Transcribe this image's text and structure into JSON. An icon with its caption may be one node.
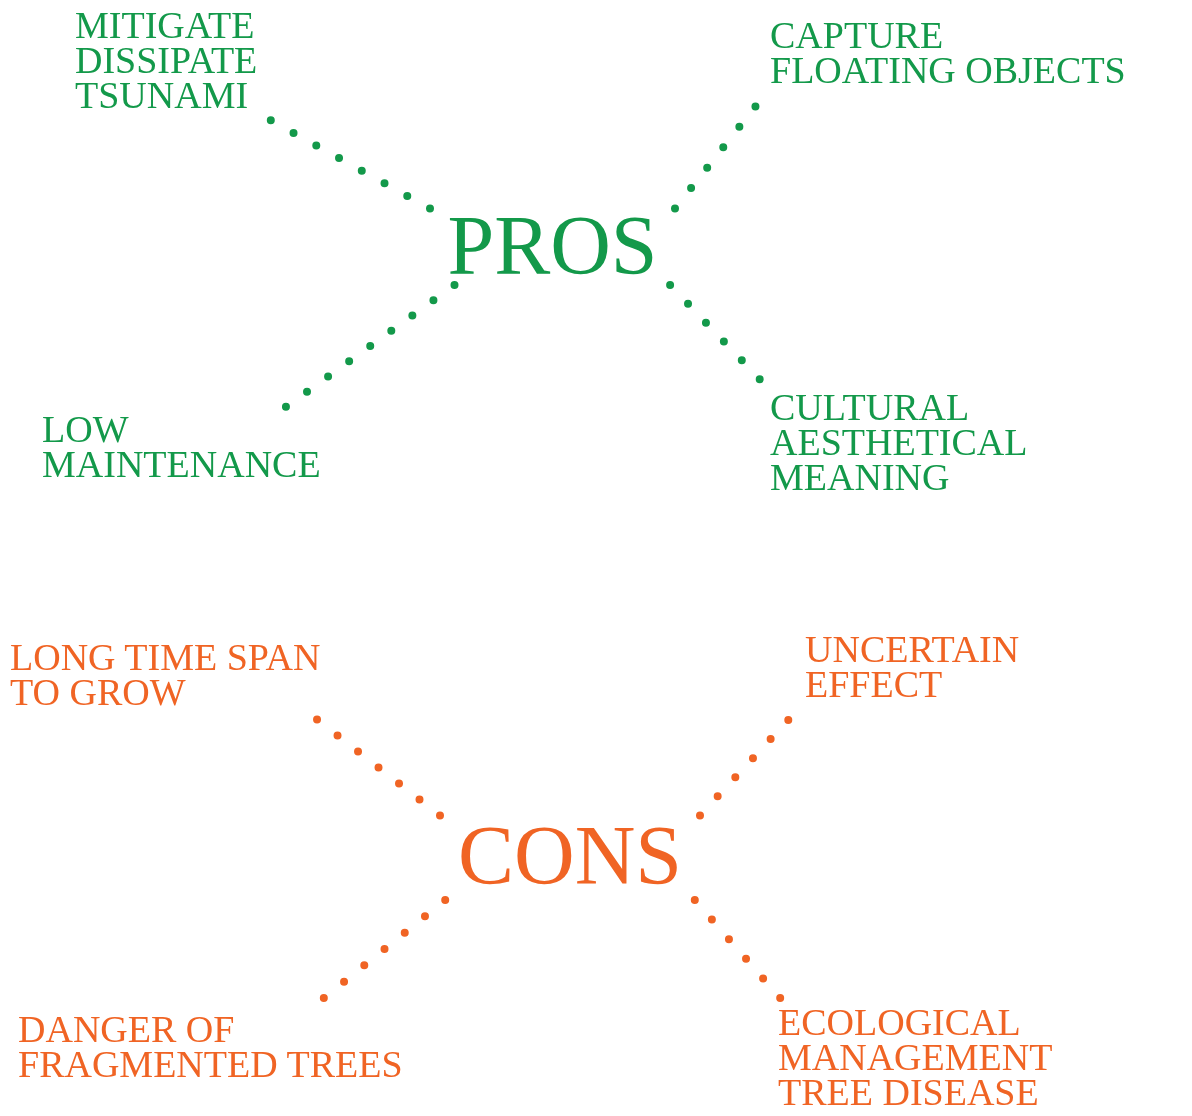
{
  "diagram": {
    "nodes": [
      {
        "text": [
          "PROS"
        ]
      },
      {
        "text": [
          "MITIGATE DISSIPATE TSUNAMI"
        ]
      },
      {
        "text": [
          "CAPTURE FLOATING OBJECTS"
        ]
      },
      {
        "text": [
          "LOW MAINTENANCE"
        ]
      },
      {
        "text": [
          "CULTURAL AESTHETICAL MEANING"
        ]
      },
      {
        "text": [
          "CONS"
        ]
      },
      {
        "text": [
          "LONG TIME SPAN TO GROW"
        ]
      },
      {
        "text": [
          "UNCERTAIN EFFECT"
        ]
      },
      {
        "text": [
          "DANGER OF FRAGMENTED TREES"
        ]
      },
      {
        "text": [
          "ECOLOGICAL MANAGEMENT TREE DISEASE"
        ]
      }
    ],
    "edges": [
      {
        "from": 0,
        "to": 1,
        "arrow": "none",
        "color": "#13994a"
      },
      {
        "from": 0,
        "to": 2,
        "arrow": "none",
        "color": "#13994a"
      },
      {
        "from": 0,
        "to": 3,
        "arrow": "none",
        "color": "#13994a"
      },
      {
        "from": 0,
        "to": 4,
        "arrow": "none",
        "color": "#13994a"
      },
      {
        "from": 5,
        "to": 6,
        "arrow": "none",
        "color": "#f06424"
      },
      {
        "from": 5,
        "to": 7,
        "arrow": "none",
        "color": "#f06424"
      },
      {
        "from": 5,
        "to": 8,
        "arrow": "none",
        "color": "#f06424"
      },
      {
        "from": 5,
        "to": 9,
        "arrow": "none",
        "color": "#f06424"
      }
    ]
  }
}
